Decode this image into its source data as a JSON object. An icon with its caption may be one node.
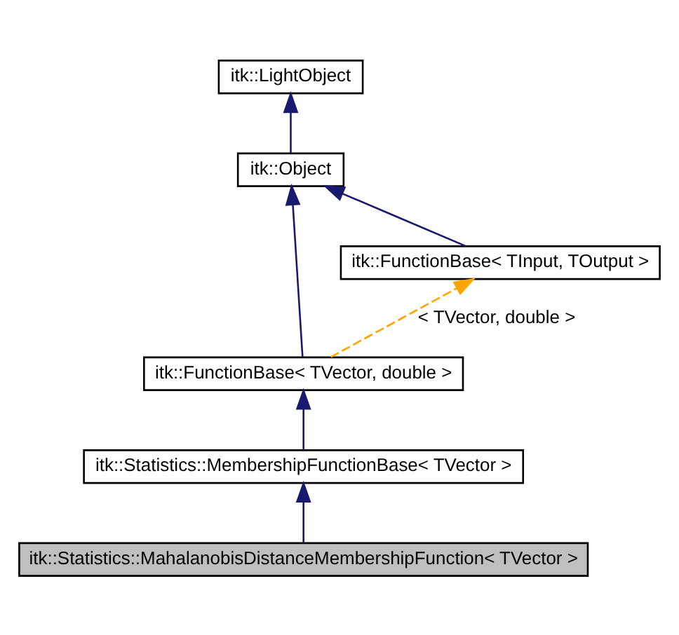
{
  "diagram": {
    "nodes": [
      {
        "text": [
          "itk::LightObject"
        ]
      },
      {
        "text": [
          "itk::Object"
        ]
      },
      {
        "text": [
          "itk::FunctionBase< TInput, TOutput >"
        ]
      },
      {
        "text": [
          "itk::FunctionBase< TVector, double >"
        ]
      },
      {
        "text": [
          "itk::Statistics::MembershipFunctionBase< TVector >"
        ]
      },
      {
        "text": [
          "itk::Statistics::MahalanobisDistanceMembershipFunction< TVector >"
        ]
      }
    ],
    "edges": [
      {
        "from": 1,
        "to": 0,
        "arrow": "to"
      },
      {
        "from": 2,
        "to": 1,
        "arrow": "to"
      },
      {
        "from": 3,
        "to": 1,
        "arrow": "to"
      },
      {
        "from": 3,
        "to": 2,
        "arrow": "to",
        "label": "< TVector, double >",
        "style": "dashed",
        "color": "#ffa500"
      },
      {
        "from": 4,
        "to": 3,
        "arrow": "to"
      },
      {
        "from": 5,
        "to": 4,
        "arrow": "to"
      }
    ]
  }
}
